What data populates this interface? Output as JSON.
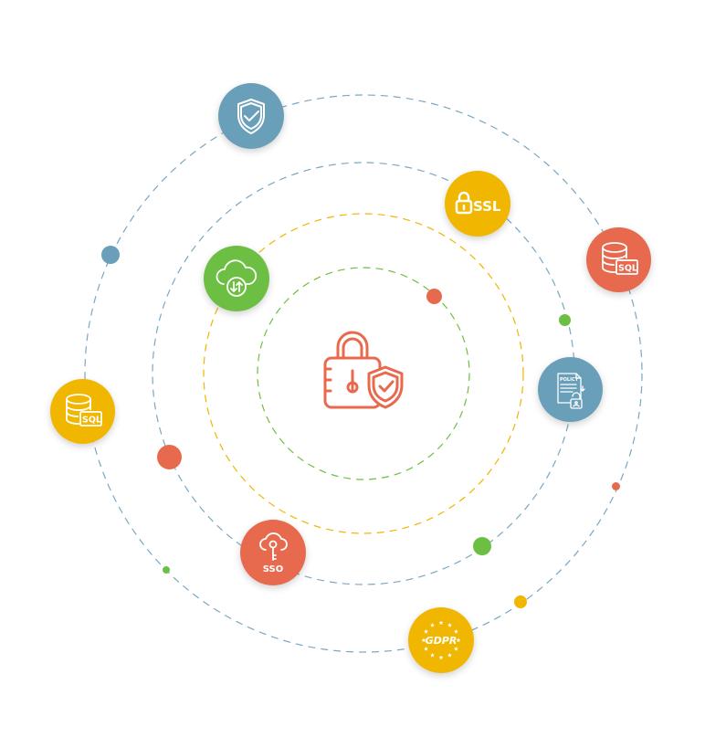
{
  "palette": {
    "blue": "#6a9fb9",
    "yellow": "#f0b600",
    "green": "#6cbf43",
    "red": "#e86a4e",
    "orbit_blue": "#7aa7c2",
    "orbit_yellow": "#f0b600",
    "orbit_green": "#6cbf43",
    "icon_white": "#ffffff"
  },
  "center": {
    "icon": "padlock-with-shield-icon",
    "color": "#e86a4e"
  },
  "nodes": {
    "shield": {
      "icon": "shield-check-icon"
    },
    "ssl": {
      "icon": "ssl-lock-icon",
      "label": "SSL"
    },
    "sql_red": {
      "icon": "sql-database-icon",
      "label": "SQL"
    },
    "cloud": {
      "icon": "cloud-sync-icon"
    },
    "policy": {
      "icon": "policy-document-icon",
      "label": "POLICY"
    },
    "sql_yellow": {
      "icon": "sql-database-icon",
      "label": "SQL"
    },
    "sso": {
      "icon": "sso-cloud-key-icon",
      "label": "SSO"
    },
    "gdpr": {
      "icon": "gdpr-stars-icon",
      "label": "GDPR"
    }
  }
}
